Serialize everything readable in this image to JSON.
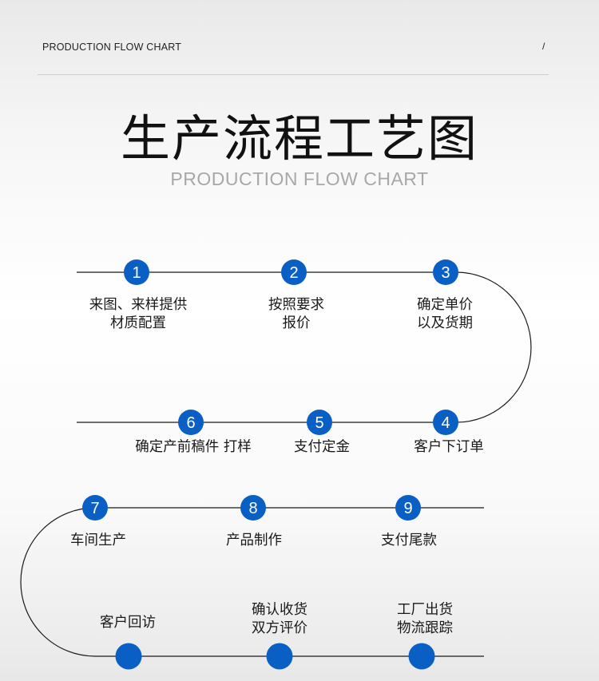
{
  "header": {
    "label": "PRODUCTION FLOW CHART",
    "marker": "/"
  },
  "title": "生产流程工艺图",
  "subtitle": "PRODUCTION FLOW CHART",
  "colors": {
    "node": "#0a5fc4",
    "line": "#1a1a1a",
    "rule": "#cfcfcf",
    "subtitle": "#a8a8a8"
  },
  "steps": [
    {
      "num": "1",
      "lines": [
        "来图、来样提供",
        "材质配置"
      ]
    },
    {
      "num": "2",
      "lines": [
        "按照要求",
        "报价"
      ]
    },
    {
      "num": "3",
      "lines": [
        "确定单价",
        "以及货期"
      ]
    },
    {
      "num": "4",
      "lines": [
        "客户下订单"
      ]
    },
    {
      "num": "5",
      "lines": [
        "支付定金"
      ]
    },
    {
      "num": "6",
      "lines": [
        "确定产前稿件 打样"
      ]
    },
    {
      "num": "7",
      "lines": [
        "车间生产"
      ]
    },
    {
      "num": "8",
      "lines": [
        "产品制作"
      ]
    },
    {
      "num": "9",
      "lines": [
        "支付尾款"
      ]
    },
    {
      "num": "",
      "lines": [
        "工厂出货",
        "物流跟踪"
      ]
    },
    {
      "num": "",
      "lines": [
        "确认收货",
        "双方评价"
      ]
    },
    {
      "num": "",
      "lines": [
        "客户回访"
      ]
    }
  ]
}
